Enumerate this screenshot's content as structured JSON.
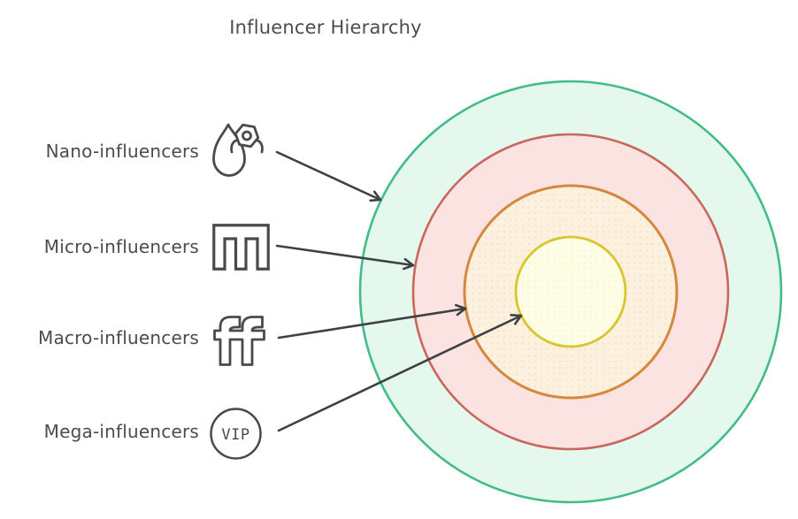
{
  "title": "Influencer Hierarchy",
  "levels": [
    {
      "label": "Nano-influencers",
      "icon": "nano-droplet-nut-icon",
      "target_ring": "outer-green"
    },
    {
      "label": "Micro-influencers",
      "icon": "micro-m-square-icon",
      "target_ring": "second-red"
    },
    {
      "label": "Macro-influencers",
      "icon": "macro-ff-icon",
      "target_ring": "third-orange"
    },
    {
      "label": "Mega-influencers",
      "icon": "mega-vip-icon",
      "target_ring": "inner-yellow",
      "icon_text": "VIP"
    }
  ],
  "rings": [
    {
      "name": "nano-ring-outer",
      "stroke": "#42bd87",
      "fill": "#e5f8ee"
    },
    {
      "name": "micro-ring-second",
      "stroke": "#c9675c",
      "fill": "#fbe3e2"
    },
    {
      "name": "macro-ring-third",
      "stroke": "#d5883e",
      "fill": "#fcf0de"
    },
    {
      "name": "mega-ring-inner",
      "stroke": "#d9c62c",
      "fill": "#fdfce5"
    }
  ],
  "colors": {
    "arrow": "#3e4043",
    "icon": "#4a4a4a",
    "text": "#4c4c4c",
    "dots_peach": "#f3d2ae",
    "dots_yellow": "#f2edc4"
  }
}
